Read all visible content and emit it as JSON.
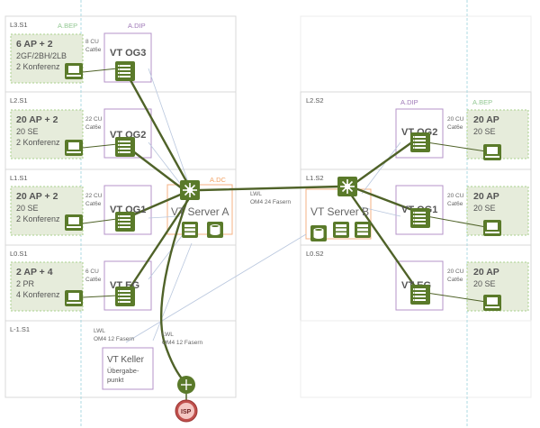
{
  "building1": {
    "floors": [
      {
        "key": "l3",
        "label": "L3.S1",
        "zone": "A.BEP",
        "ap_title": "6 AP + 2",
        "ap_line2": "2GF/2BH/2LB",
        "ap_line3": "2 Konferenz",
        "vt": "VT OG3",
        "cable1": "8 CU",
        "cable2": "Cat6e"
      },
      {
        "key": "l2",
        "label": "L2.S1",
        "ap_title": "20 AP + 2",
        "ap_line2": "20 SE",
        "ap_line3": "2 Konferenz",
        "vt": "VT OG2",
        "cable1": "22 CU",
        "cable2": "Cat6e"
      },
      {
        "key": "l1",
        "label": "L1.S1",
        "ap_title": "20 AP + 2",
        "ap_line2": "20 SE",
        "ap_line3": "2 Konferenz",
        "vt": "VT OG1",
        "cable1": "22 CU",
        "cable2": "Cat6e"
      },
      {
        "key": "l0",
        "label": "L0.S1",
        "ap_title": "2 AP + 4",
        "ap_line2": "2 PR",
        "ap_line3": "4 Konferenz",
        "vt": "VT EG",
        "cable1": "6 CU",
        "cable2": "Cat6e"
      }
    ],
    "dip_label": "A.DIP",
    "dc_label": "A.DC",
    "server_label": "VT Server A",
    "basement": {
      "label": "L-1.S1",
      "keller_title": "VT Keller",
      "keller_sub1": "Übergabe-",
      "keller_sub2": "punkt",
      "lwl1_line1": "LWL",
      "lwl1_line2": "OM4 12 Fasern",
      "lwl2_line1": "LWL",
      "lwl2_line2": "OM4 12 Fasern"
    },
    "isp_label": "ISP"
  },
  "link": {
    "line1": "LWL",
    "line2": "OM4 24 Fasern"
  },
  "building2": {
    "dip_label": "A.DIP",
    "bep_label": "A.BEP",
    "server_label": "VT Server B",
    "floors": [
      {
        "key": "l2",
        "label": "L2.S2",
        "ap_title": "20 AP",
        "ap_line2": "20 SE",
        "vt": "VT OG2",
        "cable1": "20 CU",
        "cable2": "Cat6e"
      },
      {
        "key": "l1",
        "label": "L1.S2",
        "ap_title": "20 AP",
        "ap_line2": "20 SE",
        "vt": "VT OG1",
        "cable1": "20 CU",
        "cable2": "Cat6e"
      },
      {
        "key": "l0",
        "label": "L0.S2",
        "ap_title": "20 AP",
        "ap_line2": "20 SE",
        "vt": "VT EG",
        "cable1": "20 CU",
        "cable2": "Cat6e"
      }
    ]
  },
  "colors": {
    "green": "#5a7a2a",
    "green_fill": "#e6ecdb",
    "purple": "#b493c9",
    "orange": "#f4b183",
    "cable": "#4f6228",
    "fiber_light": "#b9c7de",
    "isp": "#c0504d"
  }
}
